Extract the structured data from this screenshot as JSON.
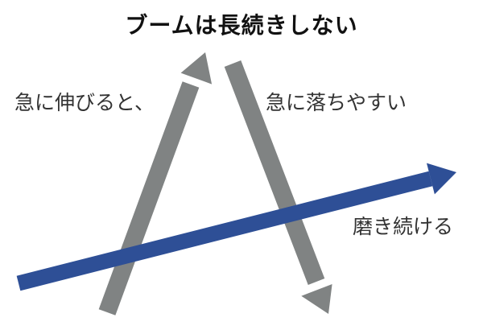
{
  "title": "ブームは長続きしない",
  "labels": {
    "rise": "急に伸びると、",
    "fall": "急に落ちやすい",
    "polish": "磨き続ける"
  },
  "colors": {
    "boom_arrows": "#808383",
    "polish_arrow": "#2e4f96",
    "title_text": "#111111",
    "label_text": "#333333"
  }
}
